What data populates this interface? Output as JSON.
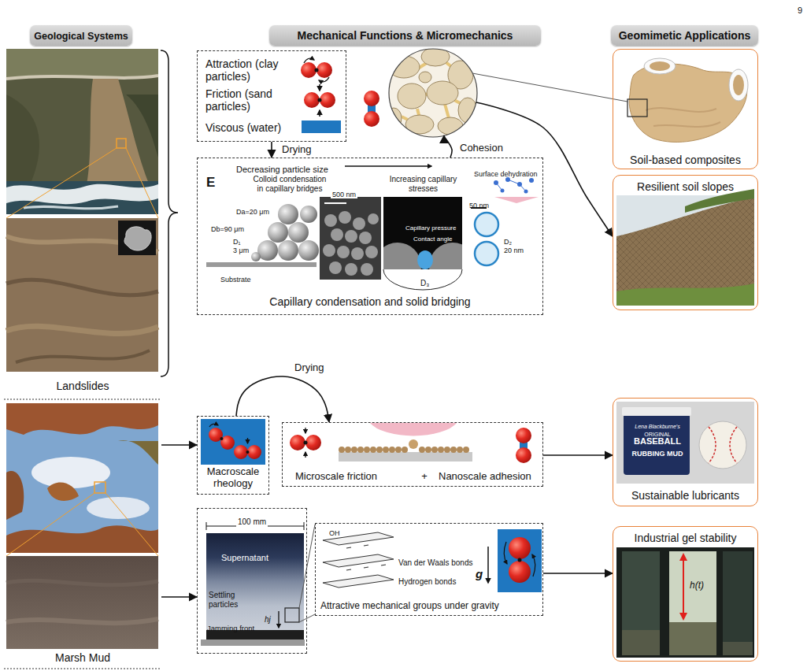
{
  "diagram": {
    "nodes": [
      {
        "text": [
          "Geological Systems"
        ]
      },
      {
        "text": [
          "Mechanical Functions & Micromechanics"
        ]
      },
      {
        "text": [
          "Geomimetic Applications"
        ]
      },
      {
        "text": [
          "Landslides"
        ]
      },
      {
        "text": [
          "Marsh Mud"
        ]
      },
      {
        "text": [
          "Attraction (clay particles)",
          "Friction (sand particles)",
          "Viscous (water)"
        ]
      },
      {
        "text": [
          "Capillary condensation and solid bridging"
        ]
      },
      {
        "text": [
          "Soil-based composites"
        ]
      },
      {
        "text": [
          "Resilient soil slopes"
        ]
      },
      {
        "text": [
          "Macroscale rheology"
        ]
      },
      {
        "text": [
          "Microscale friction",
          "+",
          "Nanoscale adhesion"
        ]
      },
      {
        "text": [
          "Sustainable lubricants"
        ]
      },
      {
        "text": [
          "Supernatant",
          "Settling particles",
          "Jamming front"
        ]
      },
      {
        "text": [
          "Attractive mechanical groups under gravity"
        ]
      },
      {
        "text": [
          "Industrial gel stability"
        ]
      }
    ],
    "edges": [
      {
        "from": 5,
        "to": 6,
        "label": "Drying",
        "arrow": "to"
      },
      {
        "from": 6,
        "to": 8,
        "label": "Cohesion",
        "arrow": "to"
      },
      {
        "from": 4,
        "to": 9,
        "arrow": "to"
      },
      {
        "from": 9,
        "to": 10,
        "label": "Drying",
        "arrow": "to"
      },
      {
        "from": 10,
        "to": 11,
        "arrow": "to"
      },
      {
        "from": 4,
        "to": 12,
        "arrow": "to"
      },
      {
        "from": 13,
        "to": 14,
        "arrow": "to"
      }
    ],
    "labels": [
      "9",
      "Decreasing particle size",
      "E",
      "Colloid condensation in capillary bridges",
      "Increasing capillary stresses",
      "Surface dehydration",
      "500 nm",
      "50 nm",
      "Da=20 μm",
      "Db=90 μm",
      "D₁",
      "3 μm",
      "Substrate",
      "Capillary pressure",
      "Contact angle",
      "D₂",
      "20 nm",
      "D₃",
      "100 mm",
      "hj",
      "OH",
      "Van der Waals bonds",
      "Hydrogen bonds",
      "g",
      "Lena Blackburne's",
      "ORIGINAL",
      "BASEBALL",
      "RUBBING MUD",
      "h(t)"
    ]
  }
}
